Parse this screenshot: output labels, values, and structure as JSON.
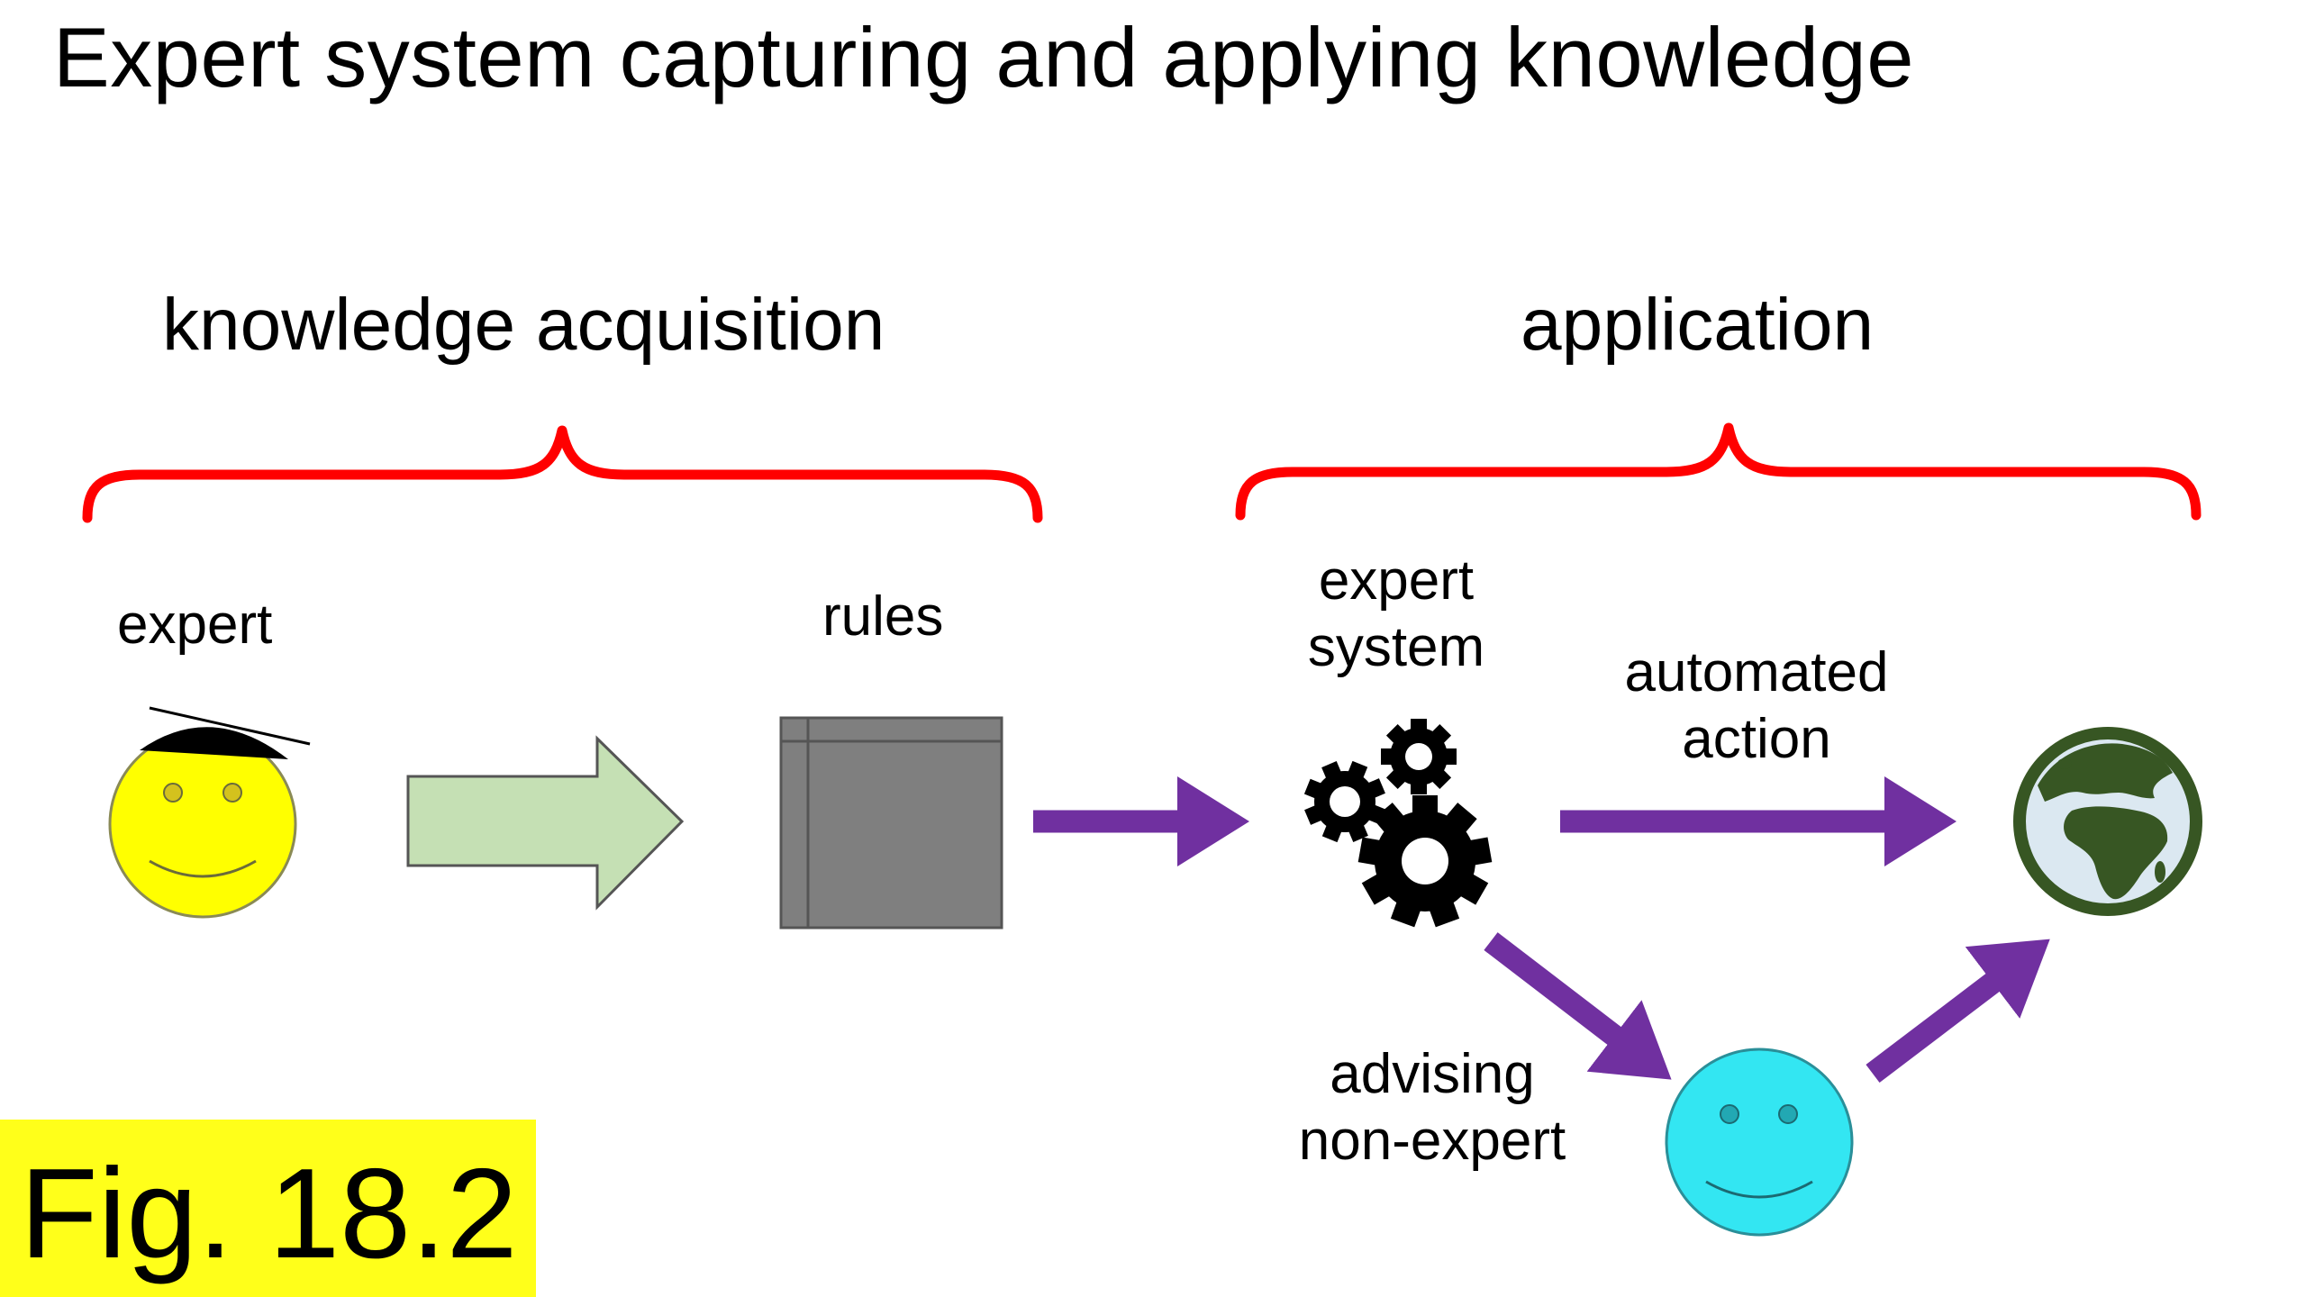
{
  "title": "Expert system capturing and applying knowledge",
  "sections": {
    "acquisition": "knowledge acquisition",
    "application": "application"
  },
  "nodes": {
    "expert": "expert",
    "rules": "rules",
    "expert_system_line1": "expert",
    "expert_system_line2": "system",
    "automated_line1": "automated",
    "automated_line2": "action",
    "advising_line1": "advising",
    "advising_line2": "non-expert"
  },
  "figure_label": "Fig. 18.2",
  "icons": {
    "expert": "smiley-face-with-mortarboard-icon",
    "transfer": "block-arrow-icon",
    "rules": "rules-table-icon",
    "expert_system": "gears-icon",
    "world": "globe-icon",
    "non_expert": "smiley-face-icon"
  },
  "colors": {
    "brace": "#ff0000",
    "arrow": "#7030a0",
    "expert_face": "#ffff00",
    "non_expert_face": "#33e6f2",
    "block_arrow": "#c5e0b4",
    "rules_fill": "#7f7f7f",
    "globe": "#375623",
    "globe_water": "#dbe8f1",
    "fig_highlight": "#ffff1a"
  }
}
